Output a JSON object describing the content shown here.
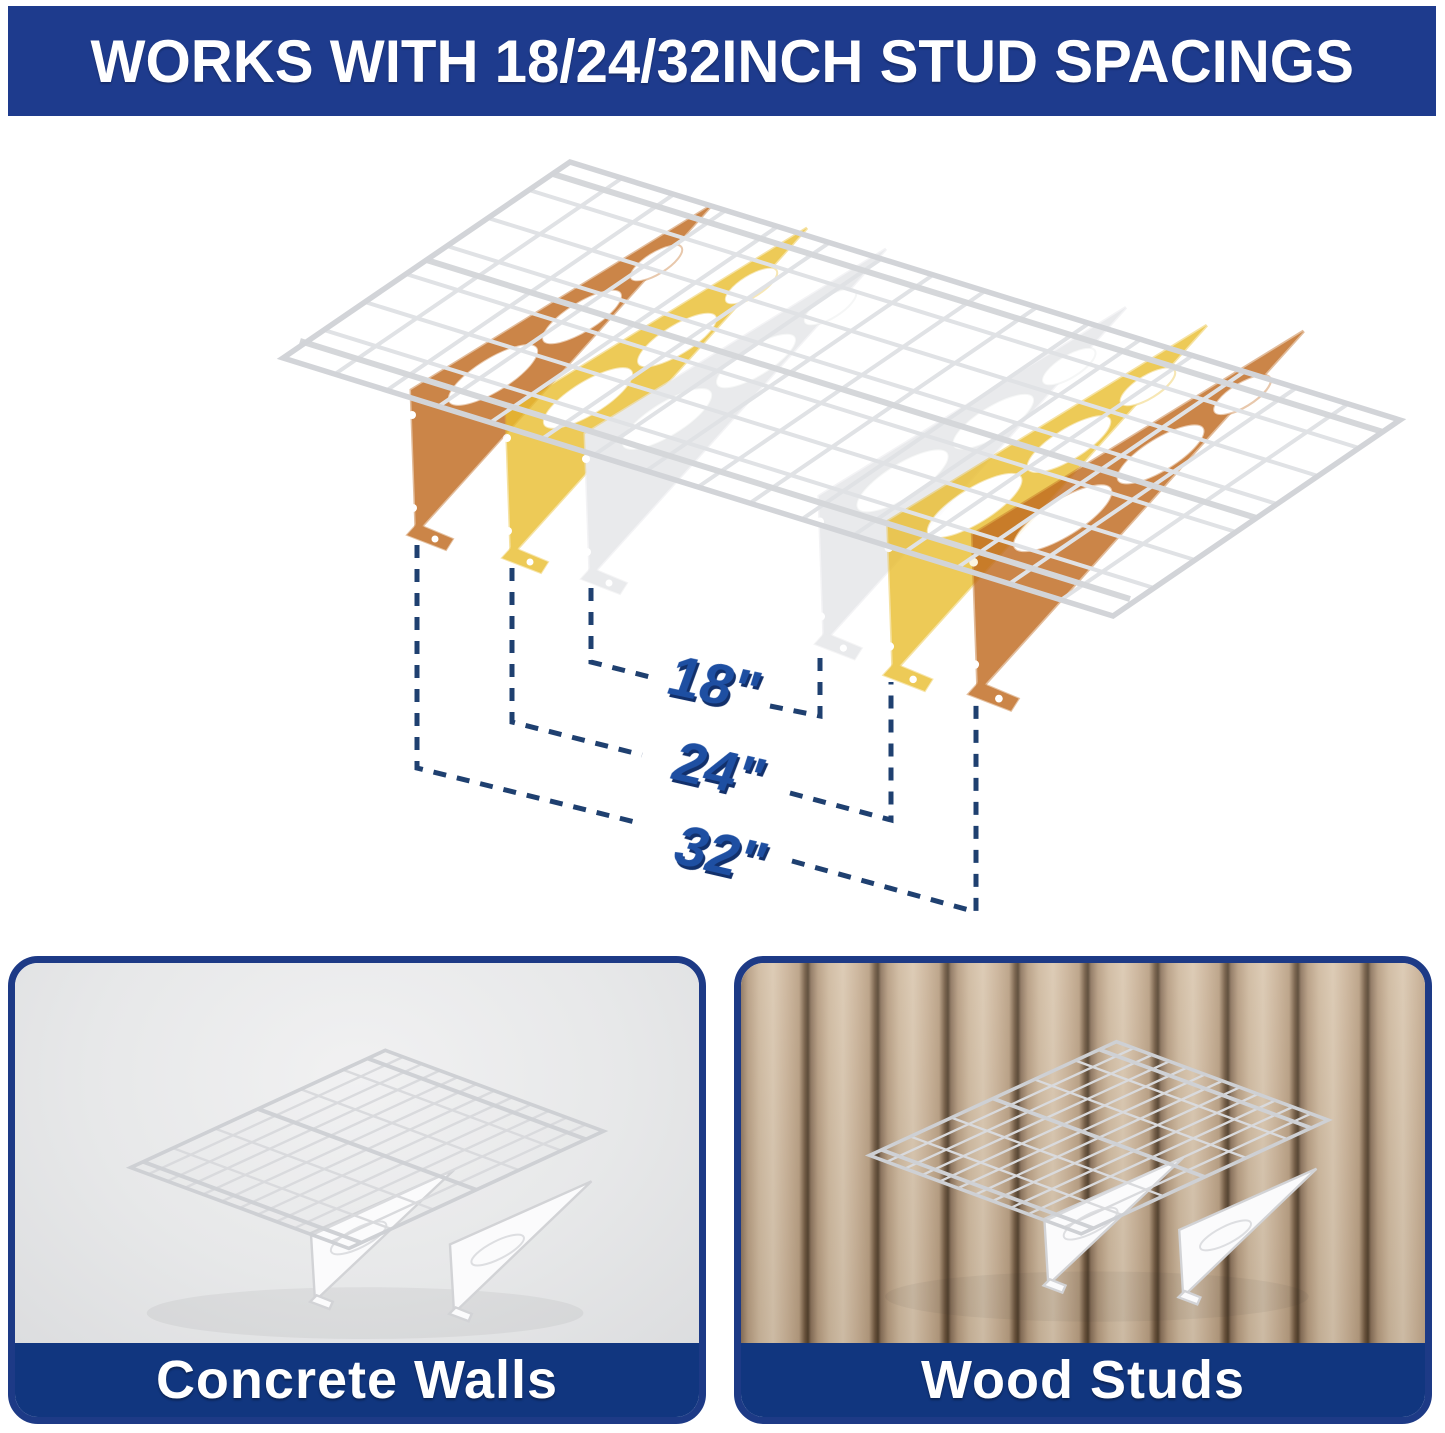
{
  "banner": {
    "title": "WORKS WITH 18/24/32INCH STUD SPACINGS",
    "bg_color": "#1e3b8d",
    "text_color": "#ffffff"
  },
  "diagram": {
    "measurements": [
      {
        "id": "spacing-18",
        "label": "18\""
      },
      {
        "id": "spacing-24",
        "label": "24\""
      },
      {
        "id": "spacing-32",
        "label": "32\""
      }
    ],
    "label_color": "#1e4fa2",
    "label_shadow_color": "#12306b",
    "dash_color": "#1f4070",
    "bracket_colors": {
      "copper": "#c06b20",
      "gold": "#e9bd2e",
      "white": "#f4f5f6"
    },
    "wire_color": "#dfe1e4"
  },
  "panels": [
    {
      "id": "concrete",
      "caption": "Concrete Walls"
    },
    {
      "id": "wood",
      "caption": "Wood Studs"
    }
  ],
  "panel_style": {
    "border_color": "#1d3a86",
    "caption_bg": "#11367f",
    "caption_text_color": "#ffffff"
  }
}
